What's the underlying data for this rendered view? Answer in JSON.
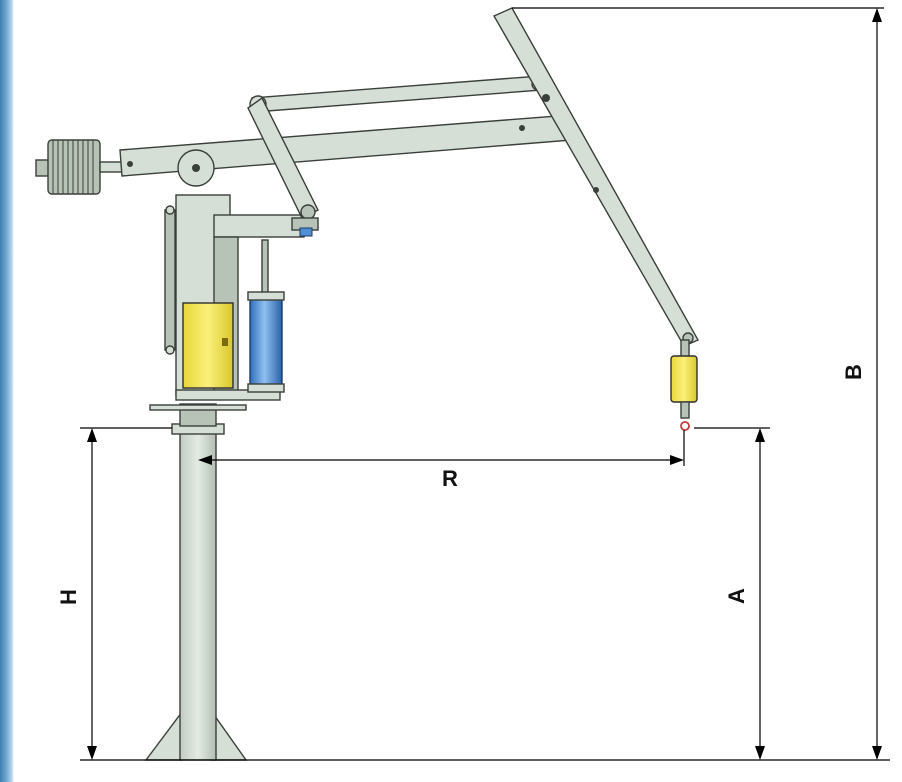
{
  "diagram": {
    "labels": {
      "B": "B",
      "R": "R",
      "A": "A",
      "H": "H"
    },
    "colors": {
      "metal": "#d6dfd6",
      "yellow_box": "#f0e04a",
      "blue_cylinder": "#4f8fd6",
      "accent_strip": "#3d7fb3",
      "hook": "#c23b3b"
    }
  }
}
